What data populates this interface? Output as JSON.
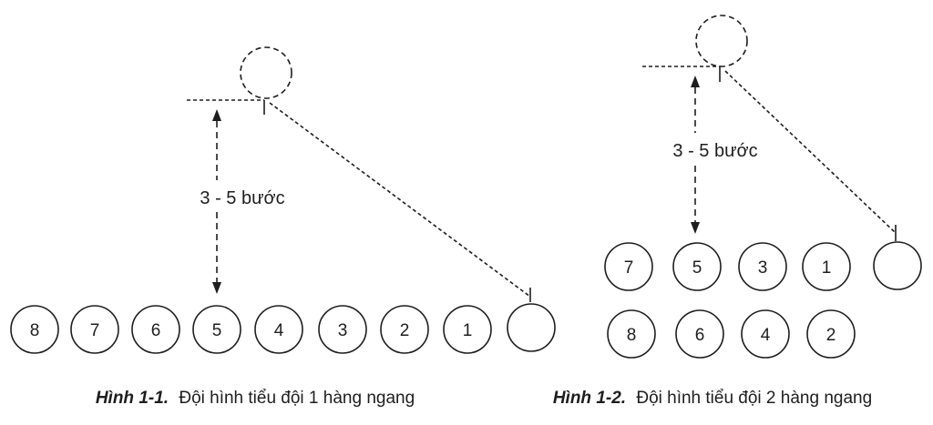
{
  "figure_1": {
    "step_label": "3 - 5 bước",
    "row": [
      "8",
      "7",
      "6",
      "5",
      "4",
      "3",
      "2",
      "1"
    ],
    "caption": {
      "prefix": "Hình 1-1.",
      "text": "Đội hình tiểu đội 1 hàng ngang"
    }
  },
  "figure_2": {
    "step_label": "3 - 5 bước",
    "front_row": [
      "7",
      "5",
      "3",
      "1"
    ],
    "back_row": [
      "8",
      "6",
      "4",
      "2"
    ],
    "caption": {
      "prefix": "Hình 1-2.",
      "text": "Đội hình tiểu đội 2 hàng ngang"
    }
  }
}
